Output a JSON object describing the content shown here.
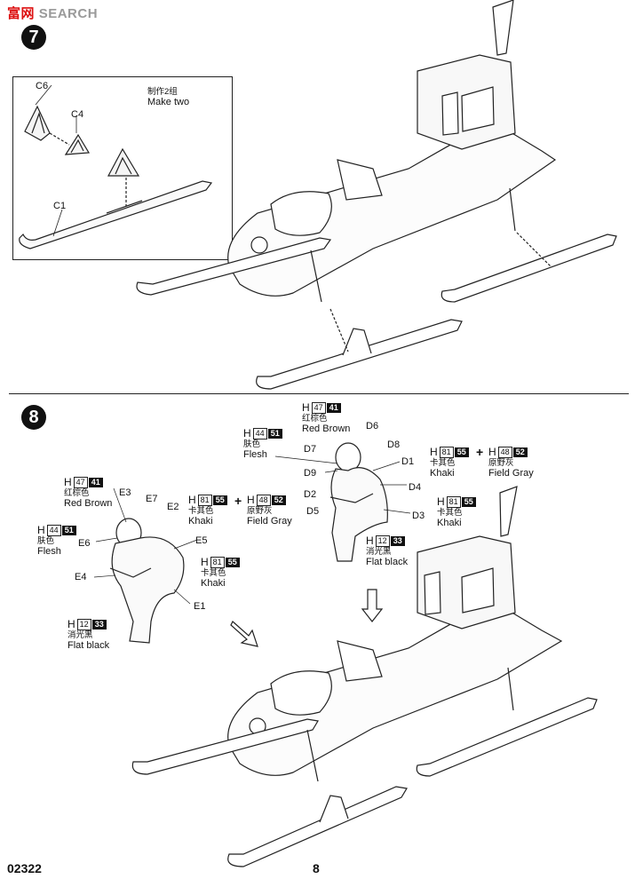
{
  "watermark": {
    "cn": "富",
    "cn2": "网",
    "en": "SEARCH"
  },
  "steps": [
    {
      "number": "7"
    },
    {
      "number": "8"
    }
  ],
  "step7": {
    "inset_note_cn": "制作2组",
    "inset_note_en": "Make two",
    "parts": [
      "C6",
      "C4",
      "C1"
    ]
  },
  "step8": {
    "figure_e": {
      "parts": [
        "E3",
        "E7",
        "E2",
        "E6",
        "E5",
        "E4",
        "E1"
      ],
      "paints": [
        {
          "h": "H",
          "num": "47",
          "blk": "41",
          "cn": "红棕色",
          "en": "Red Brown"
        },
        {
          "h": "H",
          "num": "44",
          "blk": "51",
          "cn": "肤色",
          "en": "Flesh"
        },
        {
          "h": "H",
          "num": "81",
          "blk": "55",
          "cn": "卡其色",
          "en": "Khaki"
        },
        {
          "h": "H",
          "num": "48",
          "blk": "52",
          "cn": "原野灰",
          "en": "Field Gray"
        },
        {
          "h": "H",
          "num": "81",
          "blk": "55",
          "cn": "卡其色",
          "en": "Khaki"
        },
        {
          "h": "H",
          "num": "12",
          "blk": "33",
          "cn": "消光黑",
          "en": "Flat black"
        }
      ]
    },
    "figure_d": {
      "parts": [
        "D6",
        "D8",
        "D7",
        "D1",
        "D9",
        "D4",
        "D2",
        "D5",
        "D3"
      ],
      "paints": [
        {
          "h": "H",
          "num": "47",
          "blk": "41",
          "cn": "红棕色",
          "en": "Red Brown"
        },
        {
          "h": "H",
          "num": "44",
          "blk": "51",
          "cn": "肤色",
          "en": "Flesh"
        },
        {
          "h": "H",
          "num": "81",
          "blk": "55",
          "cn": "卡其色",
          "en": "Khaki"
        },
        {
          "h": "H",
          "num": "48",
          "blk": "52",
          "cn": "原野灰",
          "en": "Field Gray"
        },
        {
          "h": "H",
          "num": "81",
          "blk": "55",
          "cn": "卡其色",
          "en": "Khaki"
        },
        {
          "h": "H",
          "num": "12",
          "blk": "33",
          "cn": "消光黑",
          "en": "Flat black"
        }
      ]
    },
    "plus": "+"
  },
  "footer": {
    "code": "02322",
    "page": "8"
  }
}
